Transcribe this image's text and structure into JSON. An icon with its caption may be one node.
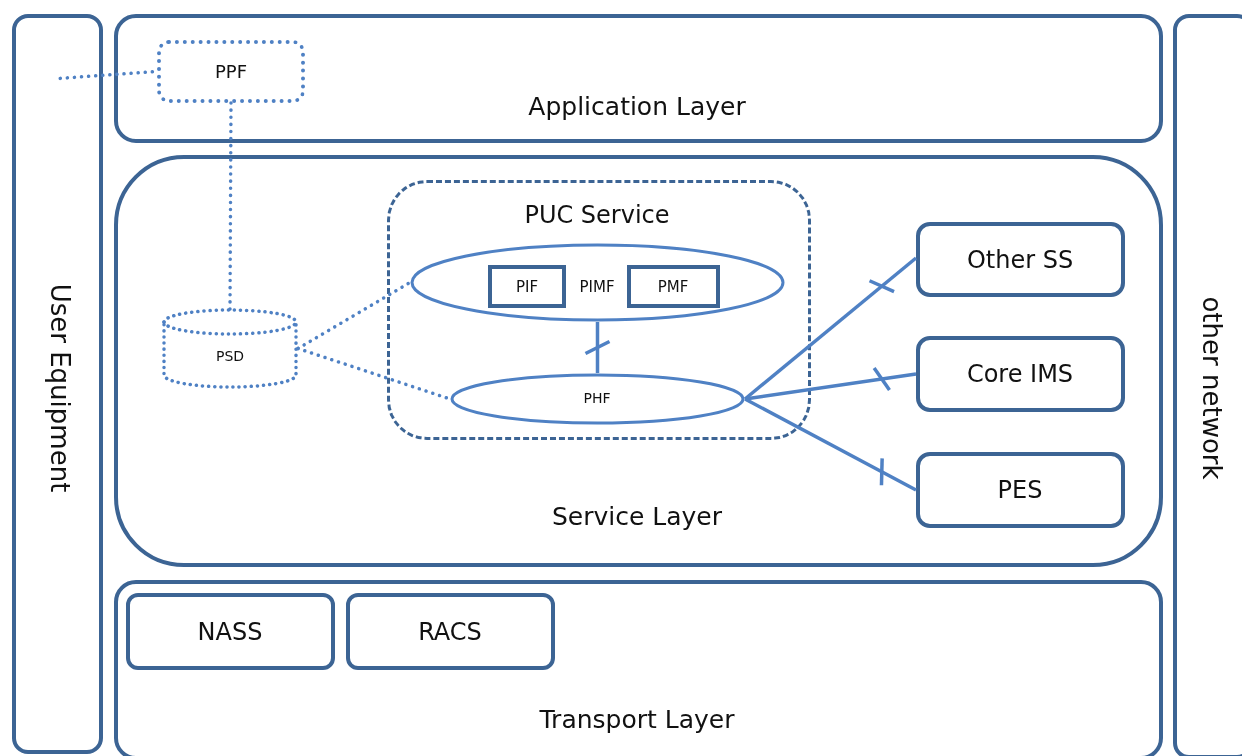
{
  "diagram": {
    "nodes": [
      {
        "text": [
          "User Equipment"
        ]
      },
      {
        "text": [
          "Application Layer"
        ]
      },
      {
        "text": [
          "PPF"
        ],
        "in": 1
      },
      {
        "text": [
          "Service Layer"
        ]
      },
      {
        "text": [
          "PUC Service"
        ],
        "in": 3
      },
      {
        "text": [
          "PIMF"
        ],
        "in": 4
      },
      {
        "text": [
          "PIF"
        ],
        "in": 5
      },
      {
        "text": [
          "PMF"
        ],
        "in": 5
      },
      {
        "text": [
          "PHF"
        ],
        "in": 4
      },
      {
        "text": [
          "PSD"
        ],
        "in": 3
      },
      {
        "text": [
          "Other SS"
        ],
        "in": 3
      },
      {
        "text": [
          "Core IMS"
        ],
        "in": 3
      },
      {
        "text": [
          "PES"
        ],
        "in": 3
      },
      {
        "text": [
          "Transport Layer"
        ]
      },
      {
        "text": [
          "NASS"
        ],
        "in": 13
      },
      {
        "text": [
          "RACS"
        ],
        "in": 13
      },
      {
        "text": [
          "other network"
        ]
      }
    ],
    "edges": [
      {
        "from": 0,
        "to": 2,
        "arrow": "none",
        "style": "dashed"
      },
      {
        "from": 2,
        "to": 9,
        "arrow": "none",
        "style": "dashed"
      },
      {
        "from": 9,
        "to": 5,
        "arrow": "none",
        "style": "dashed"
      },
      {
        "from": 9,
        "to": 8,
        "arrow": "none",
        "style": "dashed"
      },
      {
        "from": 5,
        "to": 8,
        "arrow": "none"
      },
      {
        "from": 8,
        "to": 10,
        "arrow": "none"
      },
      {
        "from": 8,
        "to": 11,
        "arrow": "none"
      },
      {
        "from": 8,
        "to": 12,
        "arrow": "none"
      }
    ]
  }
}
